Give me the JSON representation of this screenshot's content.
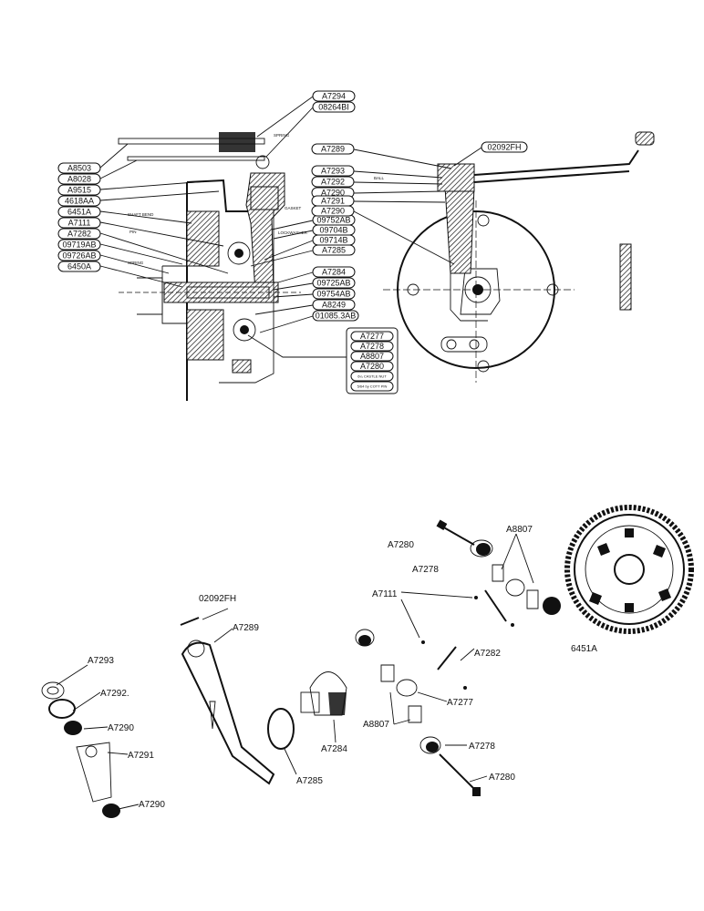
{
  "top_section": {
    "left_callouts": [
      "A8503",
      "A8028",
      "A9515",
      "4618AA",
      "6451A",
      "A7111",
      "A7282",
      "09719AB",
      "09726AB",
      "6450A"
    ],
    "top_callouts": [
      "A7294",
      "08264BI"
    ],
    "center_callouts": [
      "09752AB",
      "09704B",
      "09714B",
      "A7285",
      "A7284",
      "09725AB",
      "09754AB",
      "A8249",
      "01085.3AB"
    ],
    "right_callouts": [
      "A7289",
      "A7293",
      "A7292",
      "A7290",
      "A7291",
      "A7290"
    ],
    "right_top_callout": "02092FH",
    "group_callouts": [
      "A7277",
      "A7278",
      "A8807",
      "A7280"
    ],
    "group_notes": [
      "6¼ CASTLE NUT",
      "5/64 by COTT PIN"
    ],
    "small_annotations": [
      "SPRING",
      "BALL",
      "SHAFT BEND",
      "PIN",
      "GASKET",
      "LOCKWASHER",
      "SPRING"
    ]
  },
  "exploded_labels": {
    "a7280_top": "A7280",
    "a7278_top": "A7278",
    "a8807_top": "A8807",
    "a7111": "A7111",
    "a7282": "A7282",
    "gear": "6451A",
    "pin": "02092FH",
    "lever": "A7289",
    "a7293": "A7293",
    "a7292": "A7292.",
    "a7290_a": "A7290",
    "a7291": "A7291",
    "a7290_b": "A7290",
    "a7284": "A7284",
    "a7285": "A7285",
    "a8807_bottom": "A8807",
    "a7277": "A7277",
    "a7278_bottom": "A7278",
    "a7280_bottom": "A7280"
  }
}
